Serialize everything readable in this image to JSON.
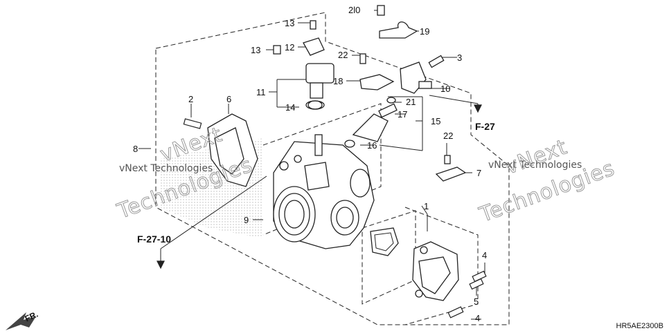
{
  "diagram": {
    "labels": {
      "l1": "1",
      "l2": "2",
      "l3": "3",
      "l4a": "4",
      "l4b": "4",
      "l5": "5",
      "l6": "6",
      "l7": "7",
      "l8": "8",
      "l9": "9",
      "l10": "10",
      "l11": "11",
      "l12": "12",
      "l13a": "13",
      "l13b": "13",
      "l14": "14",
      "l15": "15",
      "l16": "16",
      "l17": "17",
      "l19": "19",
      "l18": "18",
      "l20": "2l0",
      "l21": "21",
      "l22a": "22",
      "l22b": "22"
    },
    "refs": {
      "f27": "F-27",
      "f2710": "F-27-10",
      "front": "FR."
    },
    "watermarks": {
      "left_small": "vNext Technologies",
      "left_large": "vNext\nTechnologies",
      "right_small": "vNext Technologies",
      "right_large": "vNext Technologies"
    },
    "code": "HR5AE2300B"
  }
}
